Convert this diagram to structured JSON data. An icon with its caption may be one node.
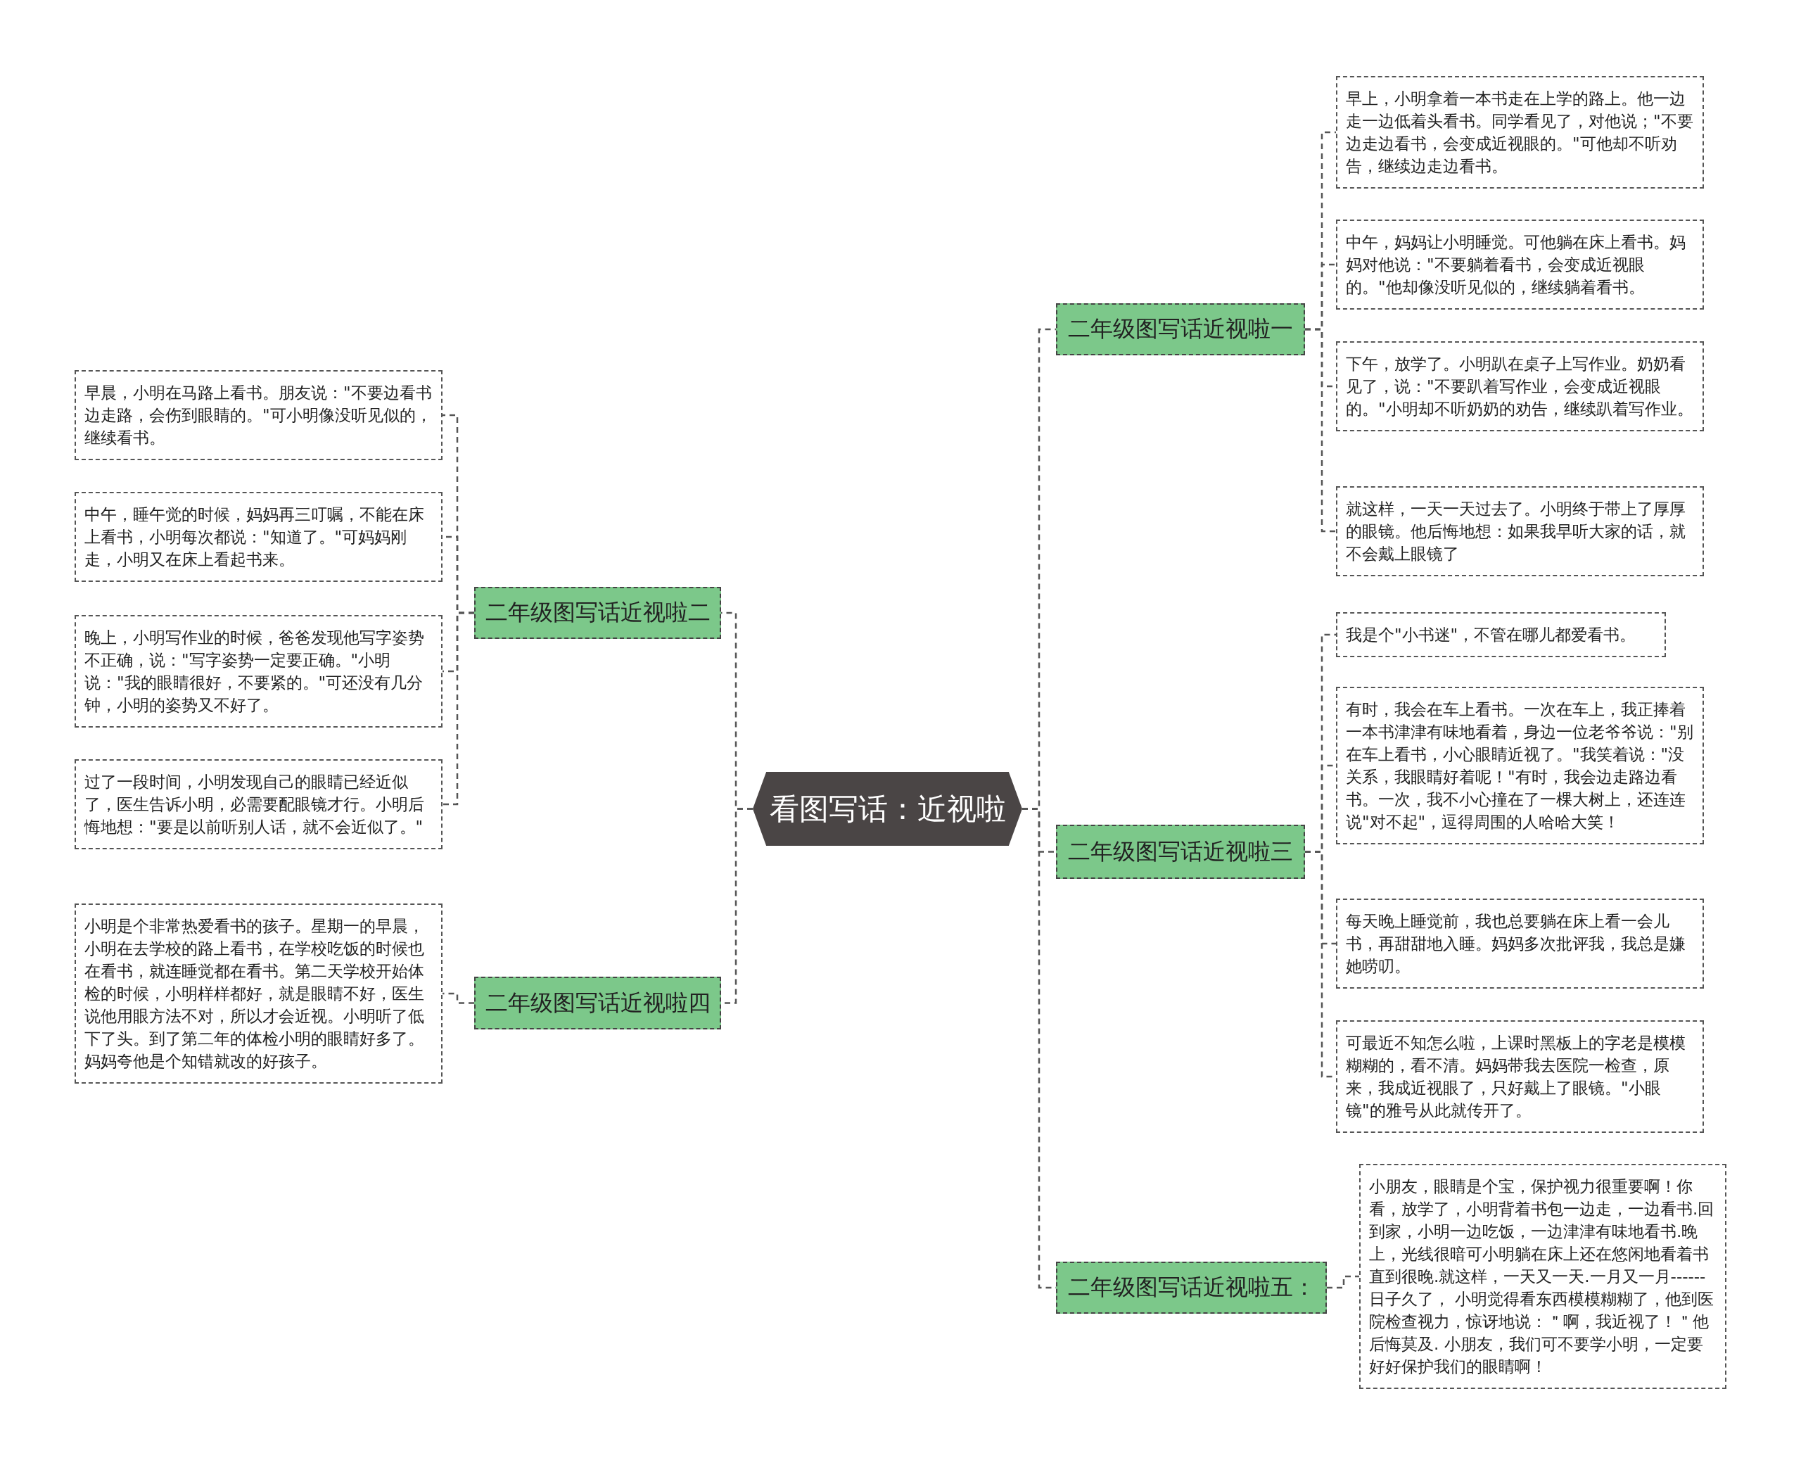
{
  "diagram": {
    "nodes": [
      {
        "text": [
          "看图写话：近视啦"
        ]
      },
      {
        "text": [
          "二年级图写话近视啦二"
        ]
      },
      {
        "text": [
          "早晨，小明在马路上看书。朋友说：\"不要边看书边走路，会伤到眼睛的。\"可小明像没听见似的，继续看书。"
        ]
      },
      {
        "text": [
          "中午，睡午觉的时候，妈妈再三叮嘱，不能在床上看书，小明每次都说：\"知道了。\"可妈妈刚走，小明又在床上看起书来。"
        ]
      },
      {
        "text": [
          "晚上，小明写作业的时候，爸爸发现他写字姿势不正确，说：\"写字姿势一定要正确。\"小明说：\"我的眼睛很好，不要紧的。\"可还没有几分钟，小明的姿势又不好了。"
        ]
      },
      {
        "text": [
          "过了一段时间，小明发现自己的眼睛已经近似了，医生告诉小明，必需要配眼镜才行。小明后悔地想：\"要是以前听别人话，就不会近似了。\""
        ]
      },
      {
        "text": [
          "二年级图写话近视啦四"
        ]
      },
      {
        "text": [
          "小明是个非常热爱看书的孩子。星期一的早晨，小明在去学校的路上看书，在学校吃饭的时候也在看书，就连睡觉都在看书。第二天学校开始体检的时候，小明样样都好，就是眼睛不好，医生说他用眼方法不对，所以才会近视。小明听了低下了头。到了第二年的体检小明的眼睛好多了。妈妈夸他是个知错就改的好孩子。"
        ]
      },
      {
        "text": [
          "二年级图写话近视啦一"
        ]
      },
      {
        "text": [
          "早上，小明拿着一本书走在上学的路上。他一边走一边低着头看书。同学看见了，对他说；\"不要边走边看书，会变成近视眼的。\"可他却不听劝告，继续边走边看书。"
        ]
      },
      {
        "text": [
          "中午，妈妈让小明睡觉。可他躺在床上看书。妈妈对他说：\"不要躺着看书，会变成近视眼的。\"他却像没听见似的，继续躺着看书。"
        ]
      },
      {
        "text": [
          "下午，放学了。小明趴在桌子上写作业。奶奶看见了，说：\"不要趴着写作业，会变成近视眼的。\"小明却不听奶奶的劝告，继续趴着写作业。"
        ]
      },
      {
        "text": [
          "就这样，一天一天过去了。小明终于带上了厚厚的眼镜。他后悔地想：如果我早听大家的话，就不会戴上眼镜了"
        ]
      },
      {
        "text": [
          "二年级图写话近视啦三"
        ]
      },
      {
        "text": [
          "我是个\"小书迷\"，不管在哪儿都爱看书。"
        ]
      },
      {
        "text": [
          "有时，我会在车上看书。一次在车上，我正捧着一本书津津有味地看着，身边一位老爷爷说：\"别在车上看书，小心眼睛近视了。\"我笑着说：\"没关系，我眼睛好着呢！\"有时，我会边走路边看书。一次，我不小心撞在了一棵大树上，还连连说\"对不起\"，逗得周围的人哈哈大笑！"
        ]
      },
      {
        "text": [
          "每天晚上睡觉前，我也总要躺在床上看一会儿书，再甜甜地入睡。妈妈多次批评我，我总是嫌她唠叨。"
        ]
      },
      {
        "text": [
          "可最近不知怎么啦，上课时黑板上的字老是模模糊糊的，看不清。妈妈带我去医院一检查，原来，我成近视眼了，只好戴上了眼镜。\"小眼镜\"的雅号从此就传开了。"
        ]
      },
      {
        "text": [
          "二年级图写话近视啦五："
        ]
      },
      {
        "text": [
          "小朋友，眼睛是个宝，保护视力很重要啊！你看，放学了，小明背着书包一边走，一边看书.回到家，小明一边吃饭，一边津津有味地看书.晚上，光线很暗可小明躺在床上还在悠闲地看着书直到很晚.就这样，一天又一天.一月又一月------ 日子久了， 小明觉得看东西模模糊糊了，他到医院检查视力，惊讶地说：＂啊，我近视了！＂他后悔莫及. 小朋友，我们可不要学小明，一定要好好保护我们的眼睛啊！"
        ]
      }
    ],
    "edges": [
      {
        "from": 0,
        "to": 1,
        "arrow": "none"
      },
      {
        "from": 1,
        "to": 2,
        "arrow": "none"
      },
      {
        "from": 1,
        "to": 3,
        "arrow": "none"
      },
      {
        "from": 1,
        "to": 4,
        "arrow": "none"
      },
      {
        "from": 1,
        "to": 5,
        "arrow": "none"
      },
      {
        "from": 0,
        "to": 6,
        "arrow": "none"
      },
      {
        "from": 6,
        "to": 7,
        "arrow": "none"
      },
      {
        "from": 0,
        "to": 8,
        "arrow": "none"
      },
      {
        "from": 8,
        "to": 9,
        "arrow": "none"
      },
      {
        "from": 8,
        "to": 10,
        "arrow": "none"
      },
      {
        "from": 8,
        "to": 11,
        "arrow": "none"
      },
      {
        "from": 8,
        "to": 12,
        "arrow": "none"
      },
      {
        "from": 0,
        "to": 13,
        "arrow": "none"
      },
      {
        "from": 13,
        "to": 14,
        "arrow": "none"
      },
      {
        "from": 13,
        "to": 15,
        "arrow": "none"
      },
      {
        "from": 13,
        "to": 16,
        "arrow": "none"
      },
      {
        "from": 13,
        "to": 17,
        "arrow": "none"
      },
      {
        "from": 0,
        "to": 18,
        "arrow": "none"
      },
      {
        "from": 18,
        "to": 19,
        "arrow": "none"
      }
    ]
  }
}
